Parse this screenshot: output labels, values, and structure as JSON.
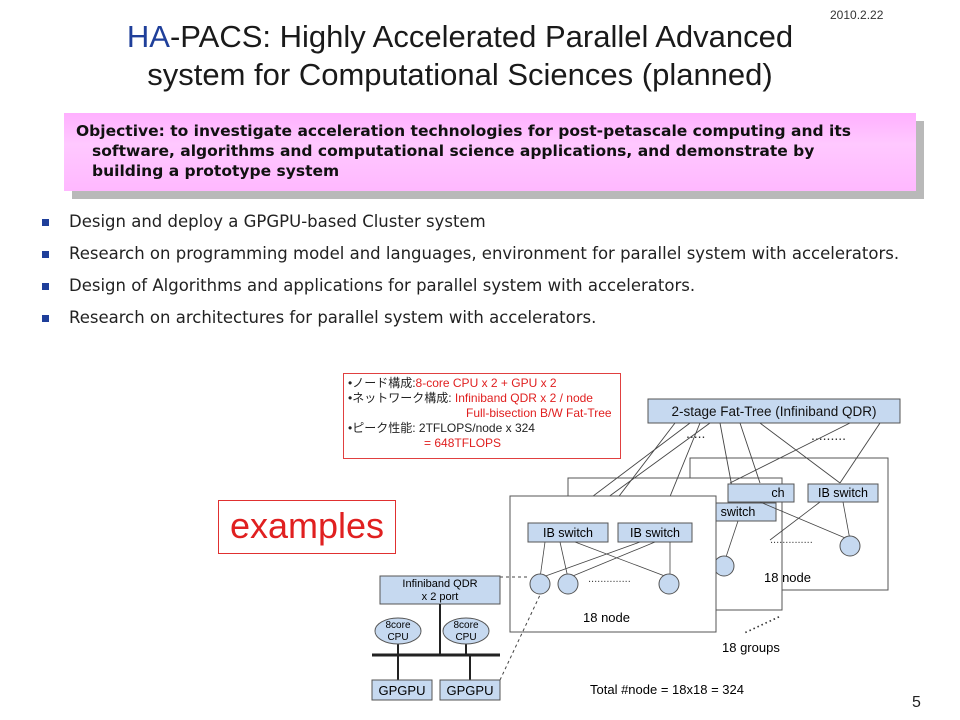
{
  "header": {
    "date": "2010.2.22",
    "title_ha": "HA",
    "title_rest": "-PACS: Highly Accelerated Parallel Advanced",
    "title_line2": "system for Computational Sciences (planned)"
  },
  "objective": {
    "line1": "Objective: to investigate acceleration technologies for post-petascale computing and its",
    "line2": "software, algorithms  and computational science applications, and demonstrate by",
    "line3": "building a prototype system"
  },
  "bullets": [
    "Design and deploy a GPGPU-based Cluster system",
    "Research on programming model and languages, environment for parallel system with accelerators.",
    "Design of Algorithms and applications for parallel system with accelerators.",
    "Research on architectures for parallel system with accelerators."
  ],
  "spec": {
    "row1_label": "•ノード構成:",
    "row1_value": "8-core CPU x 2 + GPU x 2",
    "row2_label": "•ネットワーク構成:",
    "row2_value": "Infiniband QDR x 2 / node",
    "row3_value": "Full-bisection B/W Fat-Tree",
    "row4_label": "•ピーク性能:",
    "row4_value": "2TFLOPS/node x 324",
    "row5_value": "= 648TFLOPS"
  },
  "examples_label": "examples",
  "diagram": {
    "fat_tree": "2-stage Fat-Tree (Infiniband QDR)",
    "ib_switch": "IB switch",
    "ib_switch_partial": "ch",
    "ib_switch_partial2": "switch",
    "nodes_18": "18 node",
    "groups_18": "18 groups",
    "infiniband_line1": "Infiniband QDR",
    "infiniband_line2": "x 2 port",
    "cpu_line1": "8core",
    "cpu_line2": "CPU",
    "gpgpu": "GPGPU",
    "total": "Total #node = 18x18 = 324"
  },
  "page_number": "5",
  "colors": {
    "title_accent": "#1f3f9a",
    "objective_bg": "#ffb8ff",
    "accent_red": "#e02020",
    "box_fill": "#c6d9f0"
  }
}
